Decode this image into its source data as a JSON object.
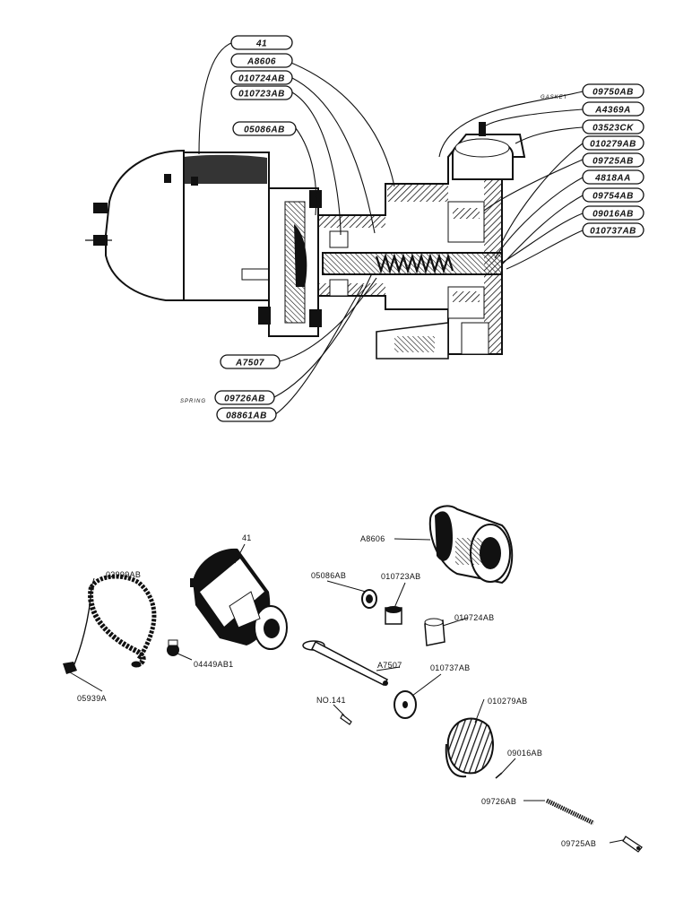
{
  "callouts_top": {
    "c41": "41",
    "cA8606": "A8606",
    "c010724": "010724AB",
    "c010723": "010723AB",
    "c05086": "05086AB",
    "c09750": "09750AB",
    "cA4369": "A4369A",
    "c03523": "03523CK",
    "c010279": "010279AB",
    "c09725": "09725AB",
    "c4818": "4818AA",
    "c09754": "09754AB",
    "c09016": "09016AB",
    "c010737": "010737AB",
    "cA7507": "A7507",
    "c09726": "09726AB",
    "c08861": "08861AB"
  },
  "notes_top": {
    "gasket": "GASKET",
    "spring": "SPRING"
  },
  "labels_bottom": {
    "l41": "41",
    "lA8606": "A8606",
    "l02999": "02999AB",
    "l05086": "05086AB",
    "l010723": "010723AB",
    "l010724": "010724AB",
    "l04449": "04449AB1",
    "lA7507": "A7507",
    "l010737": "010737AB",
    "l05939": "05939A",
    "lno141": "NO.141",
    "l010279": "010279AB",
    "l09016": "09016AB",
    "l09726": "09726AB",
    "l09725": "09725AB"
  },
  "colors": {
    "ink": "#111111",
    "paper": "#ffffff"
  },
  "icons": [
    "starter-motor",
    "drive-housing",
    "pinion-gear",
    "cable",
    "pins",
    "sleeves",
    "washer"
  ]
}
